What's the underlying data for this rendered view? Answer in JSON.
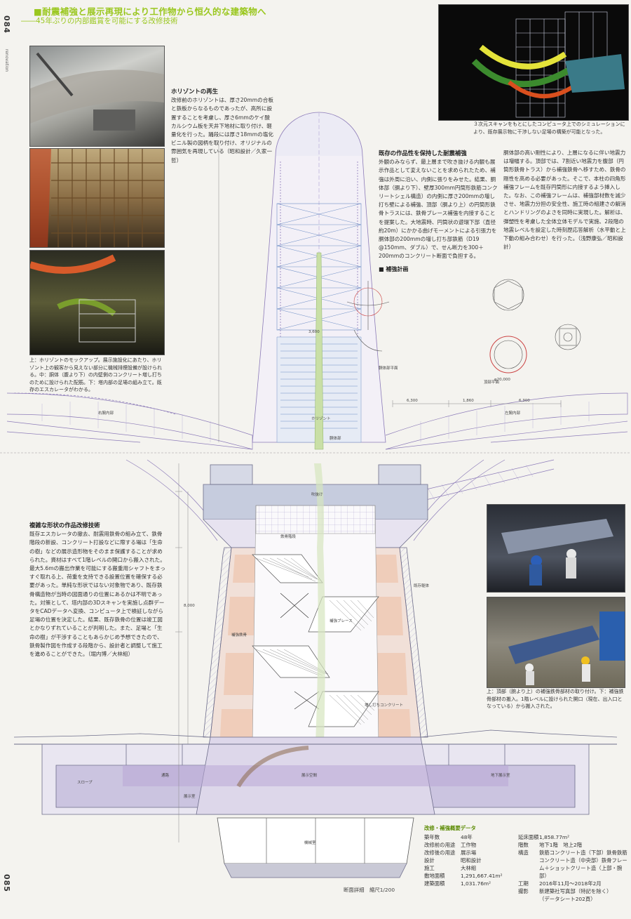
{
  "page": {
    "number_top": "084",
    "number_bottom": "085",
    "headline": "■耐震補強と展示再現により工作物から恒久的な建築物へ",
    "subheadline": "――45年ぶりの内部鑑賞を可能にする改修技術"
  },
  "sections": {
    "horizon": {
      "title": "ホリゾントの再生",
      "body": "改修前のホリゾントは、厚さ20mmの合板と鉄板からなるものであったが、高所に設置することを考慮し、厚さ6mmのケイ酸カルシウム板を天井下地材に取り付け、軽量化を行った。踊段には厚さ18mmの塩化ビニル製の図柄を取り付け、オリジナルの雰囲気を再現している（昭和設計／久家一哲）"
    },
    "seismic": {
      "title": "既存の作品性を保持した耐震補強",
      "body": "外観のみならず、最上層まで吹き抜ける内観も展示作品として変えないことを求められたため、補強は外周に沿い、内側に張りをみせた。結果、胴体部（胴より下）、壁厚300mm円筒形鉄筋コンクリートシェル構造）の内側に厚さ200mmの増し打ち壁による補強、頂部（胴より上）の円筒形鉄骨トラスには、鉄骨ブレース補強を内接することを提案した。大地震時、円筒状の遊環下部（直径約20m）にかかる曲げモーメントによる引張力を胴体部の200mmの増し打ち部鉄筋（D19 @150mm、ダブル）で、せん断力を300＋200mmのコンクリート断面で負担する。",
      "body2": "胴体部の高い剛性により、上層になるに伴い地震力は増幅する。頂部では、7割近い地震力を腹部（円筒形鉄骨トラス）から補強鉄骨へ移すため、鉄骨の剛性を高める必要があった。そこで、本柱の四角形補強フレームを既存円筒形に内接するよう挿入した。なお、この補強フレームは、補強部材数を減少させ、地震力分担の安全性、施工時の組建さの解消とハンドリングのよさを同時に実現した。解析は、弾塑性を考慮した全体立体モデルで実施、2段階の地震レベルを設定した時刻歴応答解析（水平動と上下動の組み合わせ）を行った。（浅野康弘／昭和設計）"
    },
    "restore": {
      "title": "複雑な形状の作品改修技術",
      "body": "既存エスカレータの撤去、耐震用鉄骨の組み立て、鉄骨階段の新設、コンクリート打設などに際する場は「生命の樹」などの展示造形物をそのまま保護することが求められた。資材はすべて1階レベルの開口から搬入された。最大5.6mの搬出作業を可能にする搬重用シャフトをまっすぐ取れる上、荷重を支持できる設置位置を確保する必要があった。単純な形状ではない対象物であり、既存鉄骨構造物が当時の図面通りの位置にあるかは不明であった。対策として、塔内部の3Dスキャンを実施し点群データをCADデータへ変換、コンピュータ上で検証しながら足場の位置を決定した。結果、既存鉄骨の位置は竣工図とかなりずれていることが判明した。また、足場と「生命の樹」が干渉することもあらかじめ予想できたので、鉄骨製作図を作成する段階から、設計者と調整して施工を進めることができた。（堀内博／大林組）"
    }
  },
  "captions": {
    "left_photos": "上：ホリゾントのモックアップ。展示施設化にあたり、ホリゾント上の観客から見えない部分に機械排煙設備が設けられる。中：胴体（腹より下）の内壁側のコンクリート増し打ちのために設けられた配筋。下：塔内部の足場の組み立て。既存のエスカレータがわかる。",
    "cg": "３次元スキャンをもとにしたコンピュータ上でのシミュレーションにより、既存展示物に干渉しない足場の構築が可能となった。",
    "right_photos": "上：頂部（腕より上）の補強鉄骨部材の取り付け。下：補強鉄骨部材の搬入。1階レベルに設けられた開口（現在、出入口となっている）から搬入された。",
    "reinforcement_plan": "■ 補強計画"
  },
  "drawing_labels": {
    "horizon": "ホリゾント",
    "left_arm": "右腕内部",
    "right_arm": "左腕内部",
    "upper_stage": "胴体部",
    "section_scale": "断面詳細　縮尺1/200",
    "void": "吹抜け",
    "exhibit_room": "展示室",
    "underground": "地下展示室",
    "corridor": "通路",
    "stair": "鉄骨階段",
    "brace": "補強ブレース",
    "mech": "機械室",
    "slope": "スロープ",
    "exhibit_space": "展示空間",
    "dim1": "6,300",
    "dim2": "1,860",
    "dim3": "6,300",
    "dim4": "3,600",
    "dim5": "8,000",
    "dia": "φ20,000",
    "steel": "補強鉄骨",
    "concrete": "増し打ちコンクリート",
    "existing": "既存躯体",
    "plan_label_1": "胴体部平面",
    "plan_label_2": "頂部平面"
  },
  "data_block": {
    "title": "改修・補強概要データ",
    "rows_left": [
      {
        "k": "築年数",
        "v": "48年"
      },
      {
        "k": "改修前の用途",
        "v": "工作物"
      },
      {
        "k": "改修後の用途",
        "v": "展示場"
      },
      {
        "k": "",
        "v": ""
      },
      {
        "k": "設計",
        "v": "昭和設計"
      },
      {
        "k": "施工",
        "v": "大林組"
      },
      {
        "k": "敷地面積",
        "v": "1,291,667.41m²"
      },
      {
        "k": "建築面積",
        "v": "1,031.76m²"
      }
    ],
    "rows_right": [
      {
        "k": "延床面積",
        "v": "1,858.77m²"
      },
      {
        "k": "階数",
        "v": "地下1階　地上2階"
      },
      {
        "k": "構造",
        "v": "鉄筋コンクリート造（下部）鉄骨鉄筋コンクリート造（中央部）鉄骨フレーム＋ショットクリート造（上部・腕部）"
      },
      {
        "k": "工期",
        "v": "2016年11月～2018年2月"
      },
      {
        "k": "撮影",
        "v": "新建築社写真部（特記を除く）"
      },
      {
        "k": "",
        "v": "（データシート202頁）"
      }
    ]
  },
  "colors": {
    "accent_green": "#9ac71e",
    "purple_fill": "#b9a8d6",
    "peach_fill": "#efc7b0",
    "blue_fill": "#b8c8e6",
    "line_violet": "#8c7bb8"
  }
}
